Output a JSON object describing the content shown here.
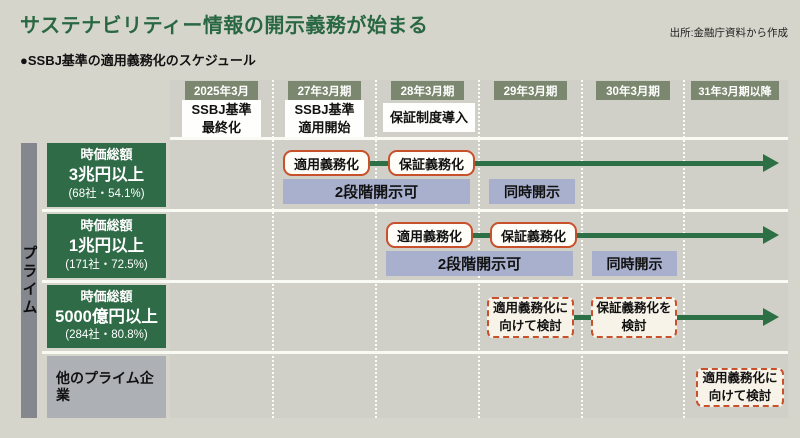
{
  "header": {
    "title": "サステナビリティー情報の開示義務が始まる",
    "source": "出所:金融庁資料から作成",
    "subtitle": "●SSBJ基準の適用義務化のスケジュール"
  },
  "colors": {
    "title_green": "#2a6843",
    "category_green": "#306b47",
    "period_box_sage": "#7b886f",
    "arrow_green": "#2e7045",
    "note_periwinkle": "#a8b0ce",
    "badge_border_red": "#c8502a",
    "badge_cream_fill": "#f7f3e8",
    "other_company_gray": "#adb1b6",
    "group_bar_gray": "#84888e",
    "background": "#d6d5cc"
  },
  "group": {
    "label": "プライム"
  },
  "axis": {
    "periods": [
      "2025年3月",
      "27年3月期",
      "28年3月期",
      "29年3月期",
      "30年3月期",
      "31年3月期以降"
    ],
    "milestones": [
      "SSBJ基準\n最終化",
      "SSBJ基準\n適用開始",
      "保証制度導入"
    ]
  },
  "rows": [
    {
      "category": {
        "line1": "時価総額",
        "line2": "3兆円以上",
        "line3": "(68社・54.1%)"
      },
      "apply": "適用義務化",
      "assure": "保証義務化",
      "staged": "2段階開示可",
      "simultaneous": "同時開示"
    },
    {
      "category": {
        "line1": "時価総額",
        "line2": "1兆円以上",
        "line3": "(171社・72.5%)"
      },
      "apply": "適用義務化",
      "assure": "保証義務化",
      "staged": "2段階開示可",
      "simultaneous": "同時開示"
    },
    {
      "category": {
        "line1": "時価総額",
        "line2": "5000億円以上",
        "line3": "(284社・80.8%)"
      },
      "apply": "適用義務化に\n向けて検討",
      "assure": "保証義務化を\n検討"
    },
    {
      "category": {
        "line2": "他のプライム企業"
      },
      "apply": "適用義務化に\n向けて検討"
    }
  ]
}
